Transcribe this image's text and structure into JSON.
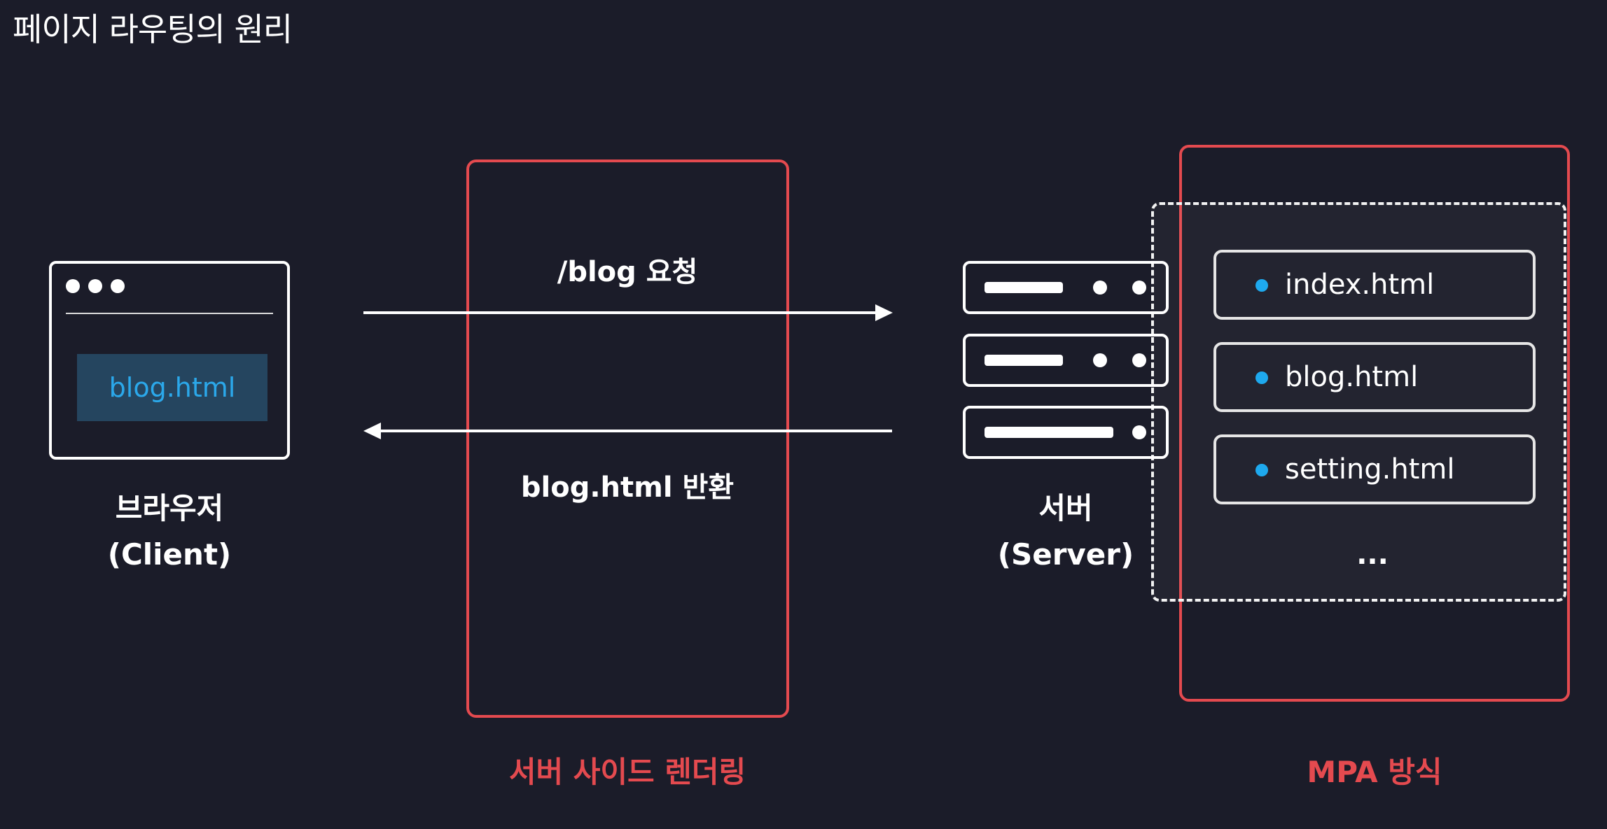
{
  "title": "페이지 라우팅의 원리",
  "client": {
    "page_label": "blog.html",
    "caption_line1": "브라우저",
    "caption_line2": "(Client)"
  },
  "request": {
    "label": "/blog 요청"
  },
  "response": {
    "label": "blog.html 반환"
  },
  "ssr_box": {
    "label": "서버 사이드 렌더링"
  },
  "server": {
    "caption_line1": "서버",
    "caption_line2": "(Server)"
  },
  "files": [
    "index.html",
    "blog.html",
    "setting.html"
  ],
  "files_more": "...",
  "mpa_box": {
    "label": "MPA 방식"
  },
  "colors": {
    "background": "#1b1c29",
    "accent_red": "#e44a4f",
    "accent_blue": "#1ea9ee",
    "chip_bg": "#25455f"
  }
}
